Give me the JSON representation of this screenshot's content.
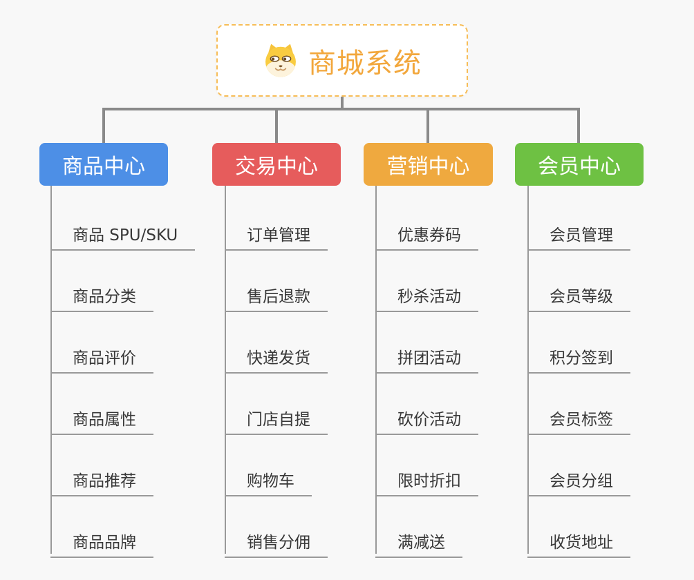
{
  "root": {
    "title": "商城系统",
    "icon": "shiba-dog-icon",
    "title_color": "#F2A73C",
    "border_color": "#F7BD57"
  },
  "connector_color": "#8a8a8a",
  "line_color": "#999999",
  "branches": [
    {
      "label": "商品中心",
      "color": "#4D8FE6",
      "items": [
        "商品 SPU/SKU",
        "商品分类",
        "商品评价",
        "商品属性",
        "商品推荐",
        "商品品牌"
      ]
    },
    {
      "label": "交易中心",
      "color": "#E65C5C",
      "items": [
        "订单管理",
        "售后退款",
        "快递发货",
        "门店自提",
        "购物车",
        "销售分佣"
      ]
    },
    {
      "label": "营销中心",
      "color": "#EFA93F",
      "items": [
        "优惠券码",
        "秒杀活动",
        "拼团活动",
        "砍价活动",
        "限时折扣",
        "满减送"
      ]
    },
    {
      "label": "会员中心",
      "color": "#6EC143",
      "items": [
        "会员管理",
        "会员等级",
        "积分签到",
        "会员标签",
        "会员分组",
        "收货地址"
      ]
    }
  ]
}
